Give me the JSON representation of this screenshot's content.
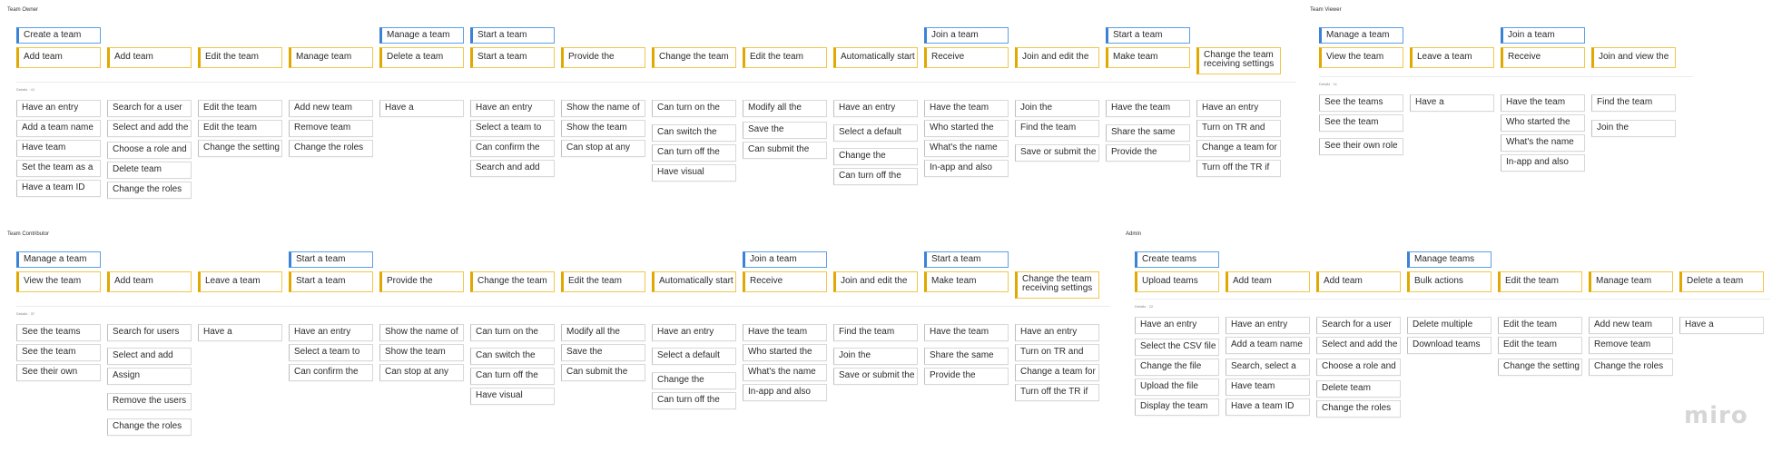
{
  "sections": [
    {
      "title": "Team Owner",
      "details_label": "Details · 41",
      "blue": [
        "Create a team",
        "Manage a team",
        "Start a team",
        "Join a team",
        "Start a team"
      ],
      "yellow": [
        "Add team",
        "Add team",
        "Edit the team",
        "Manage team",
        "Delete a team",
        "Start a team",
        "Provide the",
        "Change the team",
        "Edit the team",
        "Automatically start",
        "Receive",
        "Join and edit the",
        "Make team",
        "Change the team receiving settings"
      ],
      "columns": [
        [
          "Have an entry",
          "Add a team name",
          "Have team",
          "Set the team as a",
          "Have a team ID"
        ],
        [
          "Search for a user",
          "Select and add the",
          "Choose a role and",
          "Delete team",
          "Change the roles"
        ],
        [
          "Edit the team",
          "Edit the team",
          "Change the setting"
        ],
        [
          "Add new team",
          "Remove team",
          "Change the roles"
        ],
        [
          "Have a"
        ],
        [
          "Have an entry",
          "Select a team to",
          "Can confirm the",
          "Search and add"
        ],
        [
          "Show the name of",
          "Show the team",
          "Can stop at any"
        ],
        [
          "Can turn on the",
          "Can switch the",
          "Can turn off the",
          "Have visual"
        ],
        [
          "Modify all the",
          "Save the",
          "Can submit the"
        ],
        [
          "Have an entry",
          "Select a default",
          "Change the",
          "Can turn off the"
        ],
        [
          "Have the team",
          "Who started the",
          "What's the name",
          "In-app and also"
        ],
        [
          "Join the",
          "Find the team",
          "Save or submit the"
        ],
        [
          "Have the team",
          "Share the same",
          "Provide the"
        ],
        [
          "Have an entry",
          "Turn on TR and",
          "Change a team for",
          "Turn off the TR if"
        ]
      ]
    },
    {
      "title": "Team Viewer",
      "details_label": "Details · 11",
      "blue": [
        "Manage a team",
        "Join a team"
      ],
      "yellow": [
        "View the team",
        "Leave a team",
        "Receive",
        "Join and view the"
      ],
      "columns": [
        [
          "See the teams",
          "See the team",
          "See their own role"
        ],
        [
          "Have a"
        ],
        [
          "Have the team",
          "Who started the",
          "What's the name",
          "In-app and also"
        ],
        [
          "Find the team",
          "Join the"
        ]
      ]
    },
    {
      "title": "Team Contributor",
      "details_label": "Details · 37",
      "blue": [
        "Manage a team",
        "Start a team",
        "Join a team",
        "Start a team"
      ],
      "yellow": [
        "View the team",
        "Add team",
        "Leave a team",
        "Start a team",
        "Provide the",
        "Change the team",
        "Edit the team",
        "Automatically start",
        "Receive",
        "Join and edit the",
        "Make team",
        "Change the team receiving settings"
      ],
      "columns": [
        [
          "See the teams",
          "See the team",
          "See their own"
        ],
        [
          "Search for users",
          "Select and add",
          "Assign",
          "Remove the users",
          "Change the roles"
        ],
        [
          "Have a"
        ],
        [
          "Have an entry",
          "Select a team to",
          "Can confirm the"
        ],
        [
          "Show the name of",
          "Show the team",
          "Can stop at any"
        ],
        [
          "Can turn on the",
          "Can switch the",
          "Can turn off the",
          "Have visual"
        ],
        [
          "Modify all the",
          "Save the",
          "Can submit the"
        ],
        [
          "Have an entry",
          "Select a default",
          "Change the",
          "Can turn off the"
        ],
        [
          "Have the team",
          "Who started the",
          "What's the name",
          "In-app and also"
        ],
        [
          "Find the team",
          "Join the",
          "Save or submit the"
        ],
        [
          "Have the team",
          "Share the same",
          "Provide the"
        ],
        [
          "Have an entry",
          "Turn on TR and",
          "Change a team for",
          "Turn off the TR if"
        ]
      ]
    },
    {
      "title": "Admin",
      "details_label": "Details · 22",
      "blue": [
        "Create teams",
        "Manage teams"
      ],
      "yellow": [
        "Upload teams",
        "Add team",
        "Add team",
        "Bulk actions",
        "Edit the team",
        "Manage team",
        "Delete a team"
      ],
      "columns": [
        [
          "Have an entry",
          "Select the CSV file",
          "Change the file",
          "Upload the file",
          "Display the team"
        ],
        [
          "Have an entry",
          "Add a team name",
          "Search, select a",
          "Have team",
          "Have a team ID"
        ],
        [
          "Search for a user",
          "Select and add the",
          "Choose a role and",
          "Delete team",
          "Change the roles"
        ],
        [
          "Delete multiple",
          "Download teams"
        ],
        [
          "Edit the team",
          "Edit the team",
          "Change the setting"
        ],
        [
          "Add new team",
          "Remove team",
          "Change the roles"
        ],
        [
          "Have a"
        ]
      ]
    }
  ],
  "logo": "miro"
}
